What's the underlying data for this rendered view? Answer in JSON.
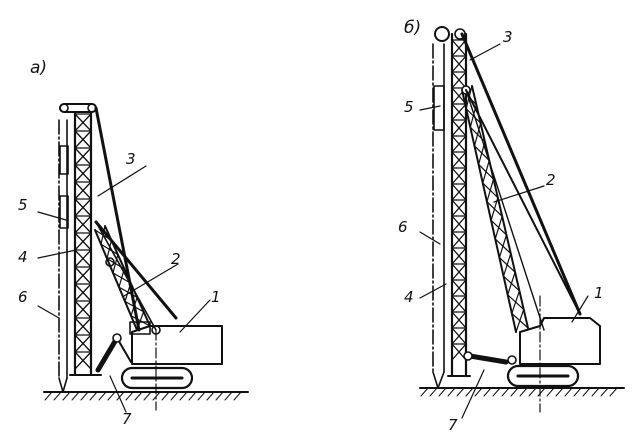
{
  "diagram": {
    "ink_color": "#111111",
    "background": "#ffffff",
    "figure_a": {
      "title": "а)",
      "callouts": {
        "n1": "1",
        "n2": "2",
        "n3": "3",
        "n4": "4",
        "n5": "5",
        "n6": "6",
        "n7": "7"
      }
    },
    "figure_b": {
      "title": "б)",
      "callouts": {
        "n1": "1",
        "n2": "2",
        "n3": "3",
        "n4": "4",
        "n5": "5",
        "n6": "6",
        "n7": "7"
      }
    }
  }
}
